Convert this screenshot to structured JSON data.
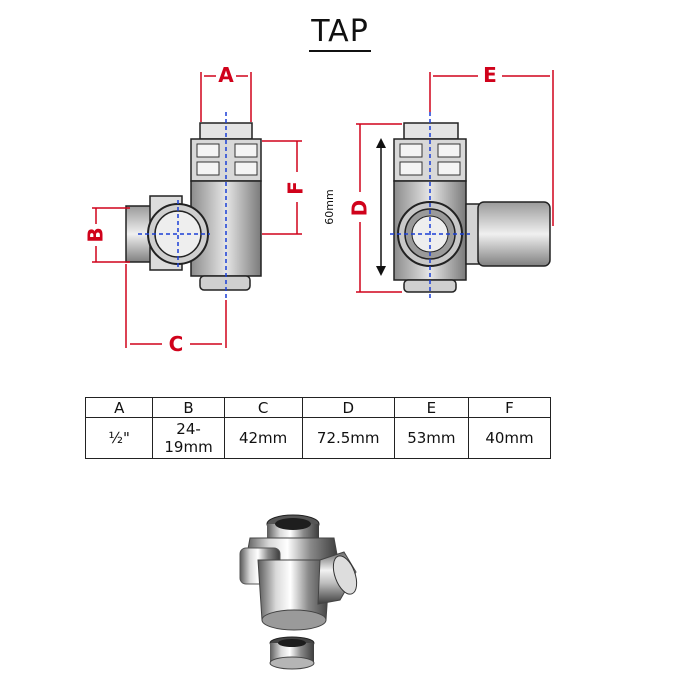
{
  "title": "TAP",
  "dimension_labels": {
    "a": "A",
    "b": "B",
    "c": "C",
    "d": "D",
    "e": "E",
    "f": "F",
    "height_note": "60mm"
  },
  "colors": {
    "dimension_line": "#d0021b",
    "center_line": "#1a3fd6",
    "outline": "#222222"
  },
  "table": {
    "headers": [
      "A",
      "B",
      "C",
      "D",
      "E",
      "F"
    ],
    "values": [
      "½\"",
      "24-19mm",
      "42mm",
      "72.5mm",
      "53mm",
      "40mm"
    ]
  }
}
